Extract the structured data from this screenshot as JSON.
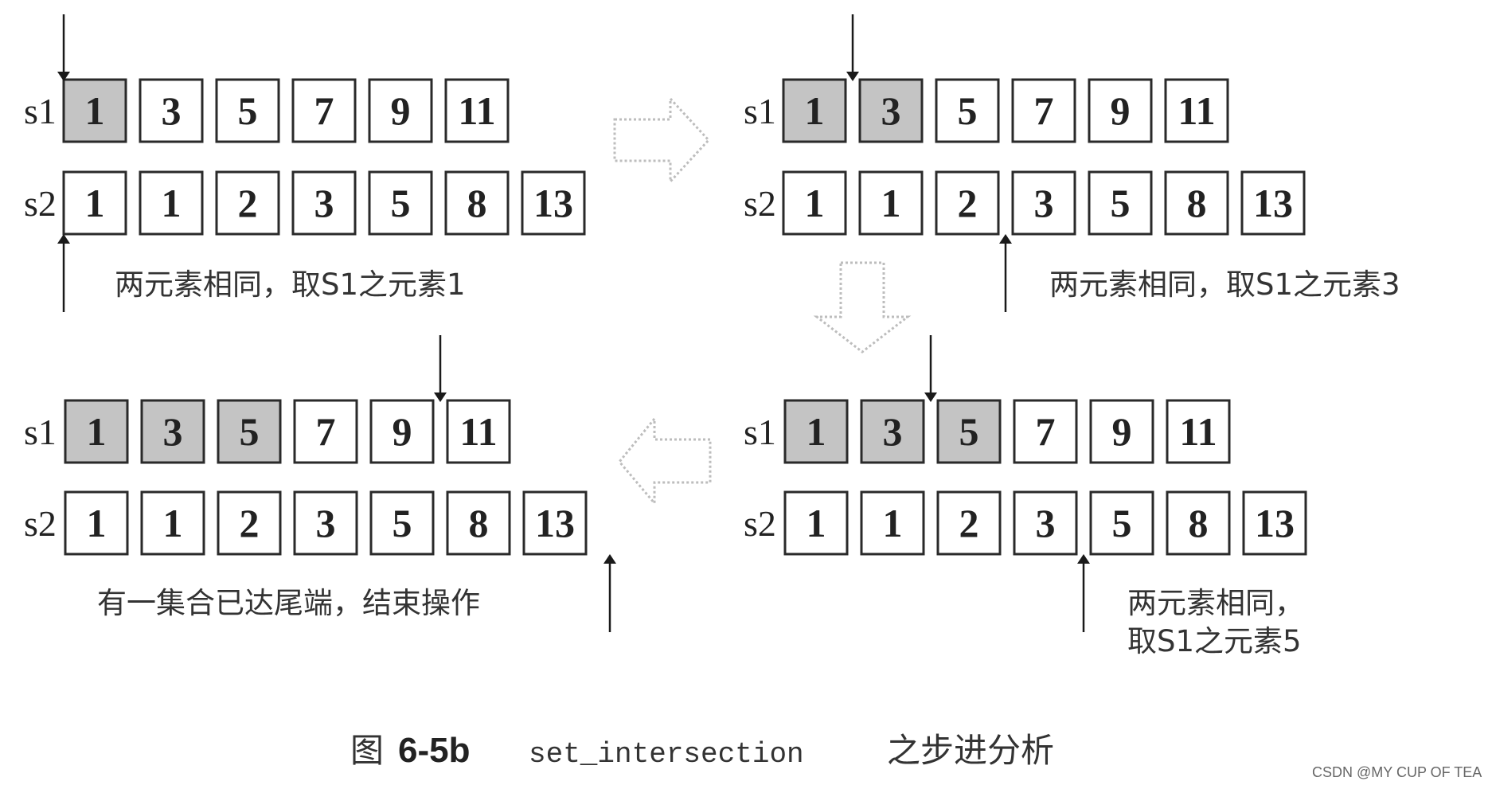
{
  "colors": {
    "cell_border": "#2a2a2a",
    "cell_fill": "#ffffff",
    "cell_shaded": "#c4c4c4",
    "arrow": "#1a1a1a",
    "transition_arrow": "#bdbdbd"
  },
  "panels": [
    {
      "id": "top-left",
      "s1_label": "s1",
      "s2_label": "s2",
      "s1": [
        "1",
        "3",
        "5",
        "7",
        "9",
        "11"
      ],
      "s2": [
        "1",
        "1",
        "2",
        "3",
        "5",
        "8",
        "13"
      ],
      "s1_shaded": 1,
      "s1_pointer": 0,
      "s2_pointer": 0,
      "note_lines": [
        "两元素相同，取S1之元素1"
      ]
    },
    {
      "id": "top-right",
      "s1_label": "s1",
      "s2_label": "s2",
      "s1": [
        "1",
        "3",
        "5",
        "7",
        "9",
        "11"
      ],
      "s2": [
        "1",
        "1",
        "2",
        "3",
        "5",
        "8",
        "13"
      ],
      "s1_shaded": 2,
      "s1_pointer": 1,
      "s2_pointer": 3,
      "note_lines": [
        "两元素相同，取S1之元素3"
      ]
    },
    {
      "id": "bottom-right",
      "s1_label": "s1",
      "s2_label": "s2",
      "s1": [
        "1",
        "3",
        "5",
        "7",
        "9",
        "11"
      ],
      "s2": [
        "1",
        "1",
        "2",
        "3",
        "5",
        "8",
        "13"
      ],
      "s1_shaded": 3,
      "s1_pointer": 2,
      "s2_pointer": 4,
      "note_lines": [
        "两元素相同，",
        "取S1之元素5"
      ]
    },
    {
      "id": "bottom-left",
      "s1_label": "s1",
      "s2_label": "s2",
      "s1": [
        "1",
        "3",
        "5",
        "7",
        "9",
        "11"
      ],
      "s2": [
        "1",
        "1",
        "2",
        "3",
        "5",
        "8",
        "13"
      ],
      "s1_shaded": 3,
      "s1_pointer": 5,
      "s2_pointer": 7,
      "note_lines": [
        "有一集合已达尾端，结束操作"
      ]
    }
  ],
  "caption": {
    "prefix": "图",
    "number": "6-5b",
    "code": "set_intersection",
    "suffix": "之步进分析"
  },
  "watermark": "CSDN @MY CUP OF TEA"
}
